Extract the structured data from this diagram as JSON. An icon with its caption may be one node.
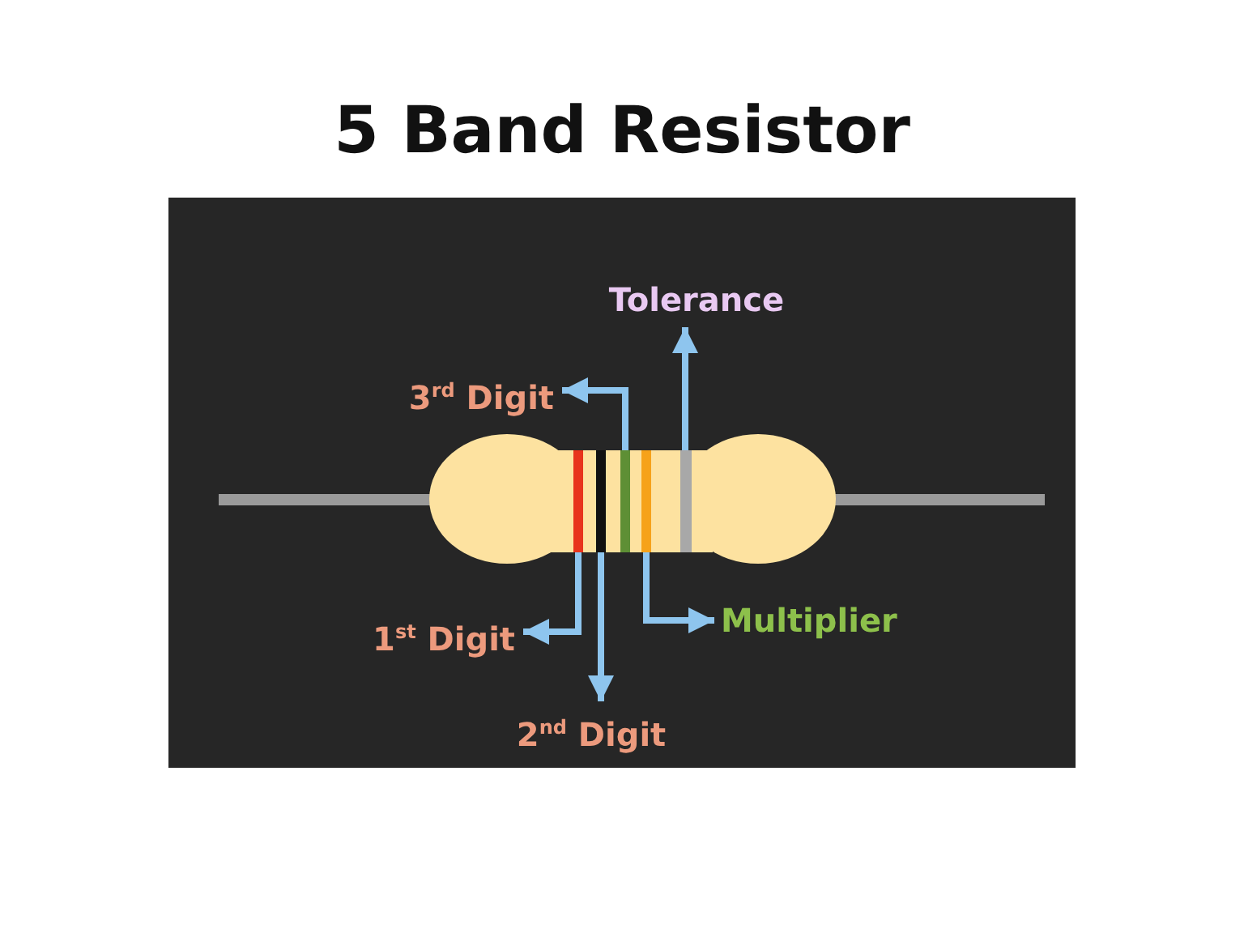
{
  "diagram": {
    "title": "5 Band Resistor",
    "nodes": [
      {
        "text": [
          "Tolerance"
        ]
      },
      {
        "text": [
          "3$^{rd}$ Digit"
        ]
      },
      {
        "text": [
          "1$^{st}$ Digit"
        ]
      },
      {
        "text": [
          "Multiplier"
        ]
      },
      {
        "text": [
          "2$^{nd}$ Digit"
        ]
      },
      {
        "text": [],
        "shape": "bar"
      },
      {
        "text": [],
        "shape": "bar"
      },
      {
        "text": [],
        "shape": "bar"
      },
      {
        "text": [],
        "shape": "bar"
      },
      {
        "text": [],
        "shape": "bar"
      }
    ],
    "edges": [
      {
        "from": 9,
        "to": 0,
        "arrow": "to"
      },
      {
        "from": 7,
        "to": 1,
        "arrow": "to"
      },
      {
        "from": 5,
        "to": 2,
        "arrow": "to"
      },
      {
        "from": 8,
        "to": 3,
        "arrow": "to"
      },
      {
        "from": 6,
        "to": 4,
        "arrow": "to"
      }
    ]
  }
}
